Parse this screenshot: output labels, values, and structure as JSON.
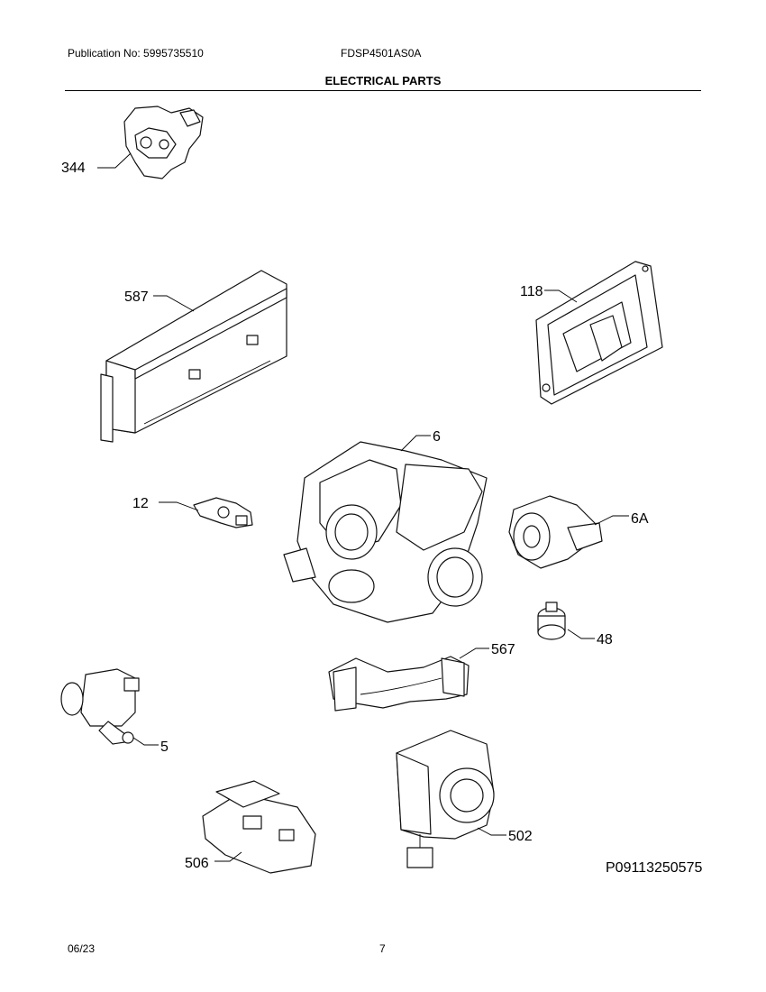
{
  "header": {
    "publication": "Publication No: 5995735510",
    "model": "FDSP4501AS0A",
    "section_title": "ELECTRICAL PARTS"
  },
  "parts": [
    {
      "callout": "344"
    },
    {
      "callout": "587"
    },
    {
      "callout": "118"
    },
    {
      "callout": "6"
    },
    {
      "callout": "12"
    },
    {
      "callout": "6A"
    },
    {
      "callout": "48"
    },
    {
      "callout": "567"
    },
    {
      "callout": "5"
    },
    {
      "callout": "502"
    },
    {
      "callout": "506"
    }
  ],
  "figure_code": "P09113250575",
  "footer": {
    "date": "06/23",
    "page": "7"
  }
}
